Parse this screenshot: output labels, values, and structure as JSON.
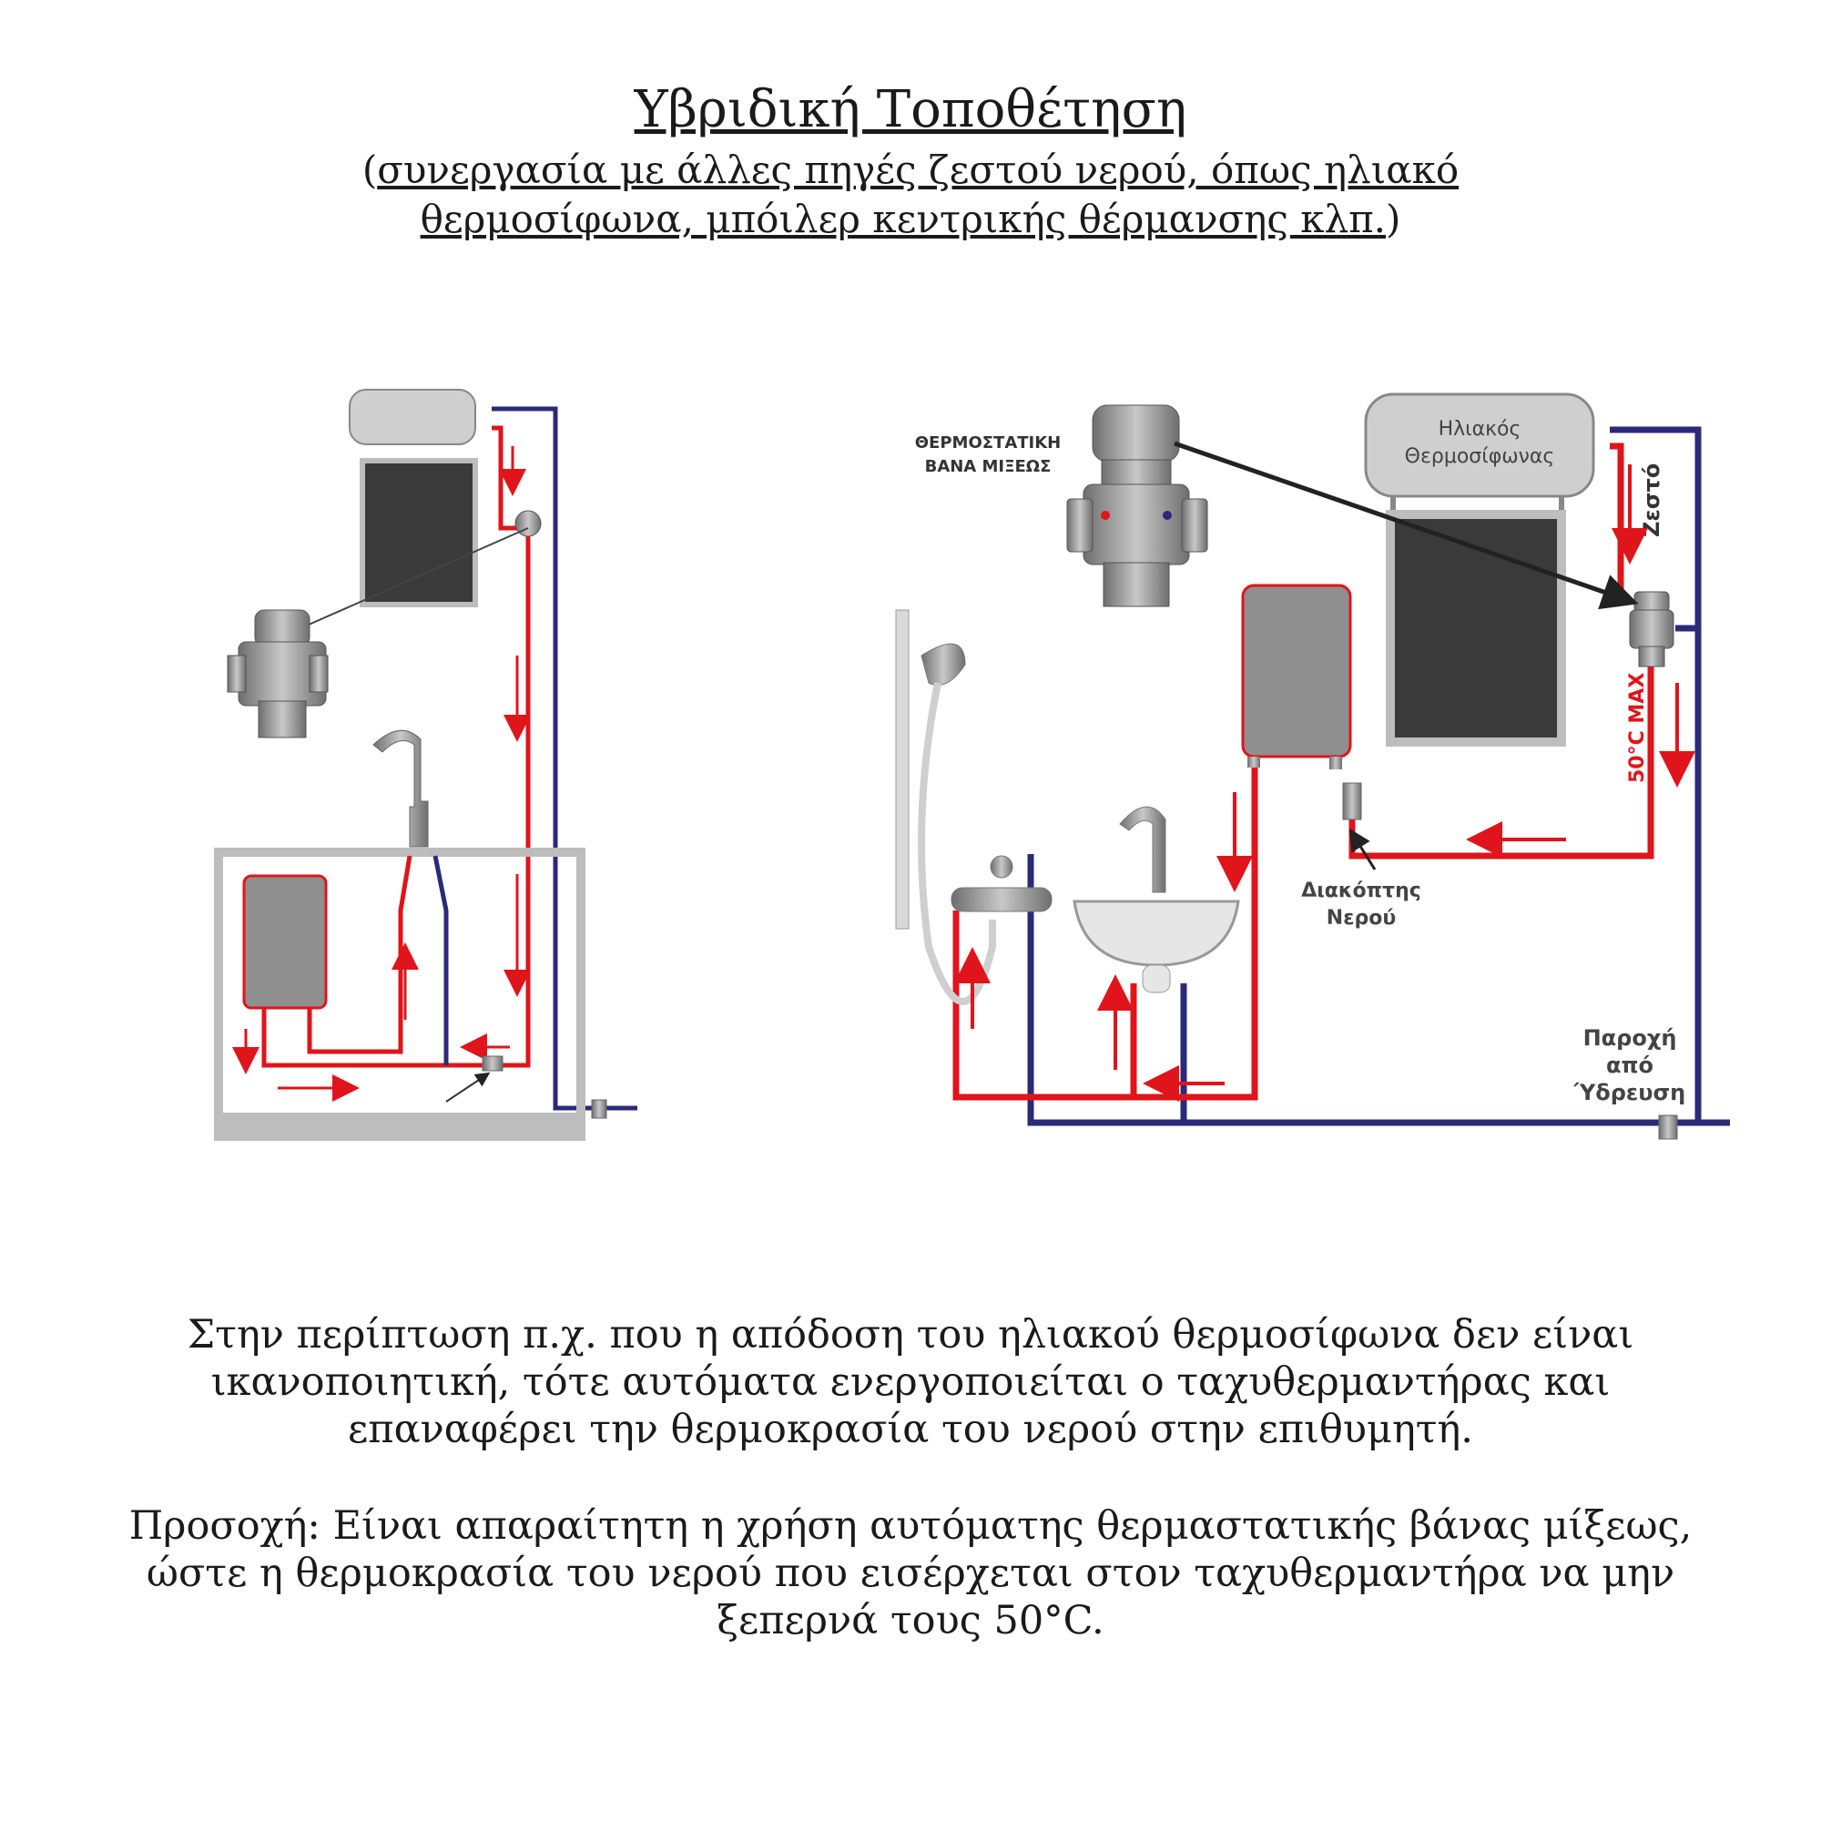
{
  "header": {
    "title": "Υβριδική Τοποθέτηση",
    "subtitle_open": "(",
    "subtitle_line1": "συνεργασία με άλλες πηγές ζεστού νερού, όπως ηλιακό",
    "subtitle_line2": "θερμοσίφωνα, μπόιλερ κεντρικής θέρμανσης κλπ.",
    "subtitle_close": ")"
  },
  "right_diagram": {
    "valve_label_line1": "ΘΕΡΜΟΣΤΑΤΙΚΗ",
    "valve_label_line2": "ΒΑΝΑ ΜΙΞΕΩΣ",
    "solar_label_line1": "Ηλιακός",
    "solar_label_line2": "Θερμοσίφωνας",
    "hot_label": "Ζεστό",
    "max_label": "50°C MAX",
    "switch_label_line1": "Διακόπτης",
    "switch_label_line2": "Νερού",
    "supply_label_line1": "Παροχή",
    "supply_label_line2": "από",
    "supply_label_line3": "Ύδρευση"
  },
  "body": {
    "paragraph1_line1": "Στην περίπτωση π.χ. που η απόδοση του ηλιακού θερμοσίφωνα δεν είναι",
    "paragraph1_line2": "ικανοποιητική, τότε αυτόματα  ενεργοποιείται ο ταχυθερμαντήρας και",
    "paragraph1_line3": "επαναφέρει την θερμοκρασία του νερού στην επιθυμητή.",
    "paragraph2_line1": "Προσοχή: Είναι απαραίτητη η χρήση αυτόματης θερμαστατικής βάνας μίξεως,",
    "paragraph2_line2": "ώστε η θερμοκρασία του νερού που εισέρχεται στον ταχυθερμαντήρα να μην",
    "paragraph2_line3": "ξεπερνά τους 50°C."
  },
  "colors": {
    "hot_pipe": "#e0141b",
    "cold_pipe": "#2b2a7a",
    "heater_fill": "#8f8f8f",
    "heater_border": "#e0141b",
    "panel_fill": "#3a3a3a",
    "frame_fill": "#c9c9c9"
  }
}
